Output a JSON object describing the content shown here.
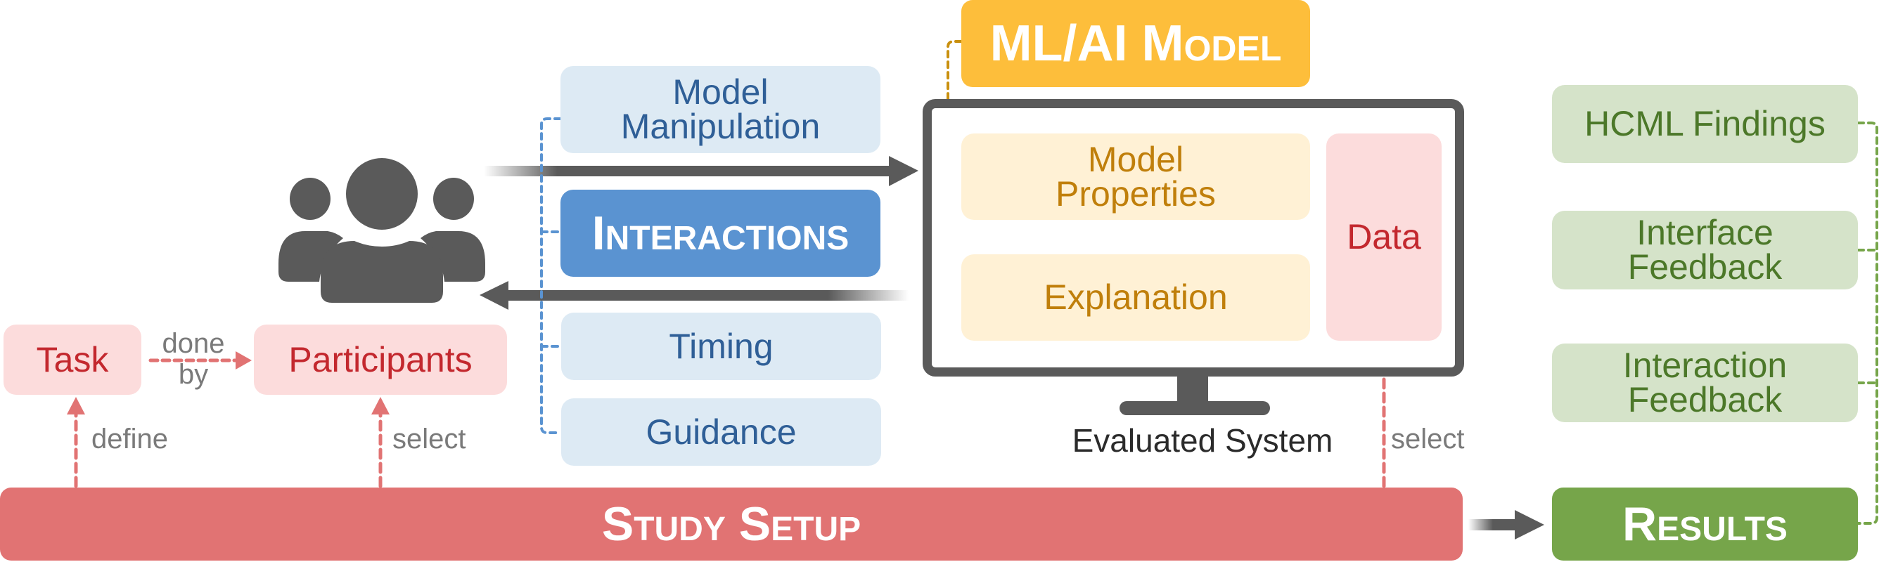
{
  "diagram": {
    "setup": {
      "task": "Task",
      "participants": "Participants",
      "done_by": [
        "done",
        "by"
      ],
      "define": "define",
      "select_participants": "select",
      "study_setup": "Study Setup"
    },
    "interactions": {
      "title": "Interactions",
      "items": [
        "Model Manipulation",
        "Timing",
        "Guidance"
      ],
      "model_manipulation_lines": [
        "Model",
        "Manipulation"
      ]
    },
    "system": {
      "model_title": "ML/AI Model",
      "model_properties_lines": [
        "Model",
        "Properties"
      ],
      "explanation": "Explanation",
      "data": "Data",
      "caption": "Evaluated System",
      "select_data": "select"
    },
    "results": {
      "title": "Results",
      "hcml_findings": "HCML Findings",
      "interface_feedback_lines": [
        "Interface",
        "Feedback"
      ],
      "interaction_feedback_lines": [
        "Interaction",
        "Feedback"
      ]
    }
  },
  "colors": {
    "setup_red": "#e17373",
    "setup_text_red": "#c3282e",
    "interaction_blue": "#5a93d1",
    "interaction_text_blue": "#2f5f97",
    "model_yellow": "#fdbe3b",
    "model_text_gold": "#c07f0b",
    "results_green": "#76a54a",
    "results_text_green": "#4c7829",
    "icon_gray": "#5a5a5a"
  }
}
